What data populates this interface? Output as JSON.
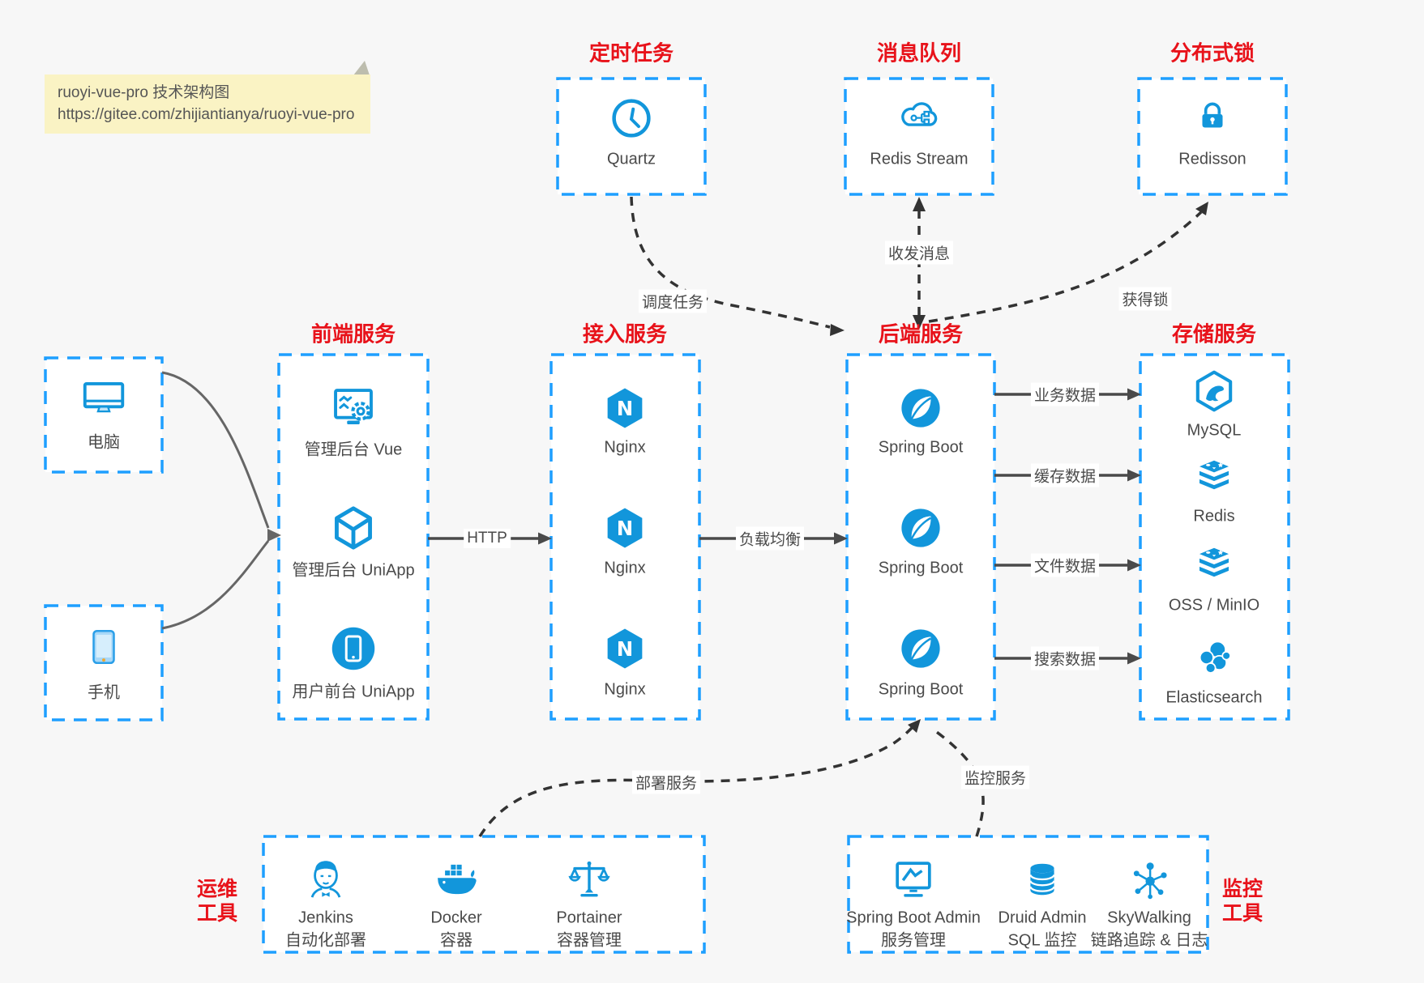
{
  "note": {
    "line1": "ruoyi-vue-pro 技术架构图",
    "line2": "https://gitee.com/zhijiantianya/ruoyi-vue-pro"
  },
  "titles": {
    "scheduler": "定时任务",
    "mq": "消息队列",
    "lock": "分布式锁",
    "frontend": "前端服务",
    "gateway": "接入服务",
    "backend": "后端服务",
    "storage": "存储服务",
    "ops_line1": "运维",
    "ops_line2": "工具",
    "monitor_line1": "监控",
    "monitor_line2": "工具"
  },
  "nodes": {
    "quartz": {
      "label": "Quartz",
      "icon": "clock-icon"
    },
    "redis_stream": {
      "label": "Redis Stream",
      "icon": "cloud-mq-icon"
    },
    "redisson": {
      "label": "Redisson",
      "icon": "lock-icon"
    },
    "pc": {
      "label": "电脑",
      "icon": "desktop-icon"
    },
    "phone": {
      "label": "手机",
      "icon": "smartphone-icon"
    },
    "frontend": [
      {
        "label": "管理后台 Vue",
        "icon": "admin-vue-icon"
      },
      {
        "label": "管理后台 UniApp",
        "icon": "uniapp-cube-icon"
      },
      {
        "label": "用户前台 UniApp",
        "icon": "uniapp-phone-icon"
      }
    ],
    "gateway": [
      {
        "label": "Nginx",
        "icon": "nginx-icon"
      },
      {
        "label": "Nginx",
        "icon": "nginx-icon"
      },
      {
        "label": "Nginx",
        "icon": "nginx-icon"
      }
    ],
    "backend": [
      {
        "label": "Spring Boot",
        "icon": "spring-icon"
      },
      {
        "label": "Spring Boot",
        "icon": "spring-icon"
      },
      {
        "label": "Spring Boot",
        "icon": "spring-icon"
      }
    ],
    "storage": [
      {
        "label": "MySQL",
        "icon": "mysql-icon"
      },
      {
        "label": "Redis",
        "icon": "redis-stack-icon"
      },
      {
        "label": "OSS / MinIO",
        "icon": "storage-stack-icon"
      },
      {
        "label": "Elasticsearch",
        "icon": "elasticsearch-icon"
      }
    ],
    "ops": [
      {
        "name": "Jenkins",
        "desc": "自动化部署",
        "icon": "jenkins-icon"
      },
      {
        "name": "Docker",
        "desc": "容器",
        "icon": "docker-icon"
      },
      {
        "name": "Portainer",
        "desc": "容器管理",
        "icon": "portainer-scales-icon"
      }
    ],
    "monitor": [
      {
        "name": "Spring Boot Admin",
        "desc": "服务管理",
        "icon": "monitor-chart-icon"
      },
      {
        "name": "Druid Admin",
        "desc": "SQL 监控",
        "icon": "database-icon"
      },
      {
        "name": "SkyWalking",
        "desc": "链路追踪 & 日志",
        "icon": "topology-icon"
      }
    ]
  },
  "edges": {
    "schedule": "调度任务",
    "message": "收发消息",
    "acquire_lock": "获得锁",
    "http": "HTTP",
    "load_balance": "负载均衡",
    "biz_data": "业务数据",
    "cache_data": "缓存数据",
    "file_data": "文件数据",
    "search_data": "搜索数据",
    "deploy": "部署服务",
    "monitoring": "监控服务"
  },
  "colors": {
    "border_blue": "#1E9FFF",
    "icon_blue": "#1296DB",
    "title_red": "#E8121A",
    "page_bg": "#F7F7F7",
    "box_bg": "#FFFFFF",
    "note_bg": "#FAF3C4",
    "solid_arrow": "#4A4A4A",
    "dashed_arrow": "#333333"
  }
}
